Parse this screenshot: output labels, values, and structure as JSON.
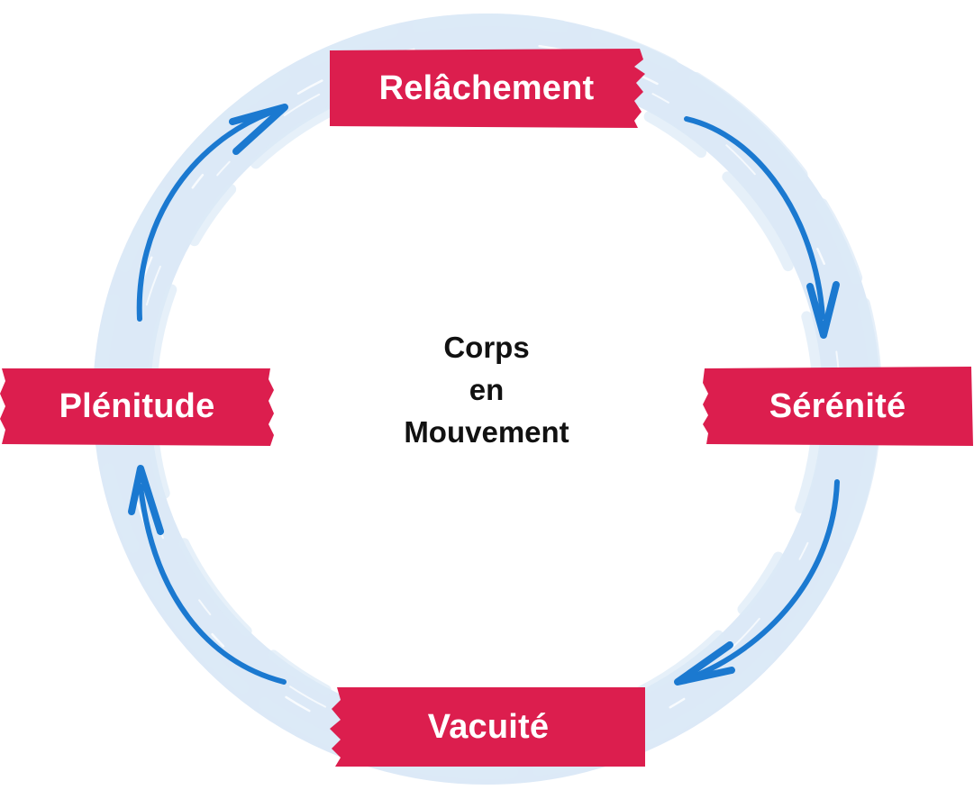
{
  "diagram": {
    "type": "cycle",
    "center_text": [
      "Corps",
      "en",
      "Mouvement"
    ],
    "nodes": [
      {
        "id": "top",
        "label": "Relâchement"
      },
      {
        "id": "right",
        "label": "Sérénité"
      },
      {
        "id": "bottom",
        "label": "Vacuité"
      },
      {
        "id": "left",
        "label": "Plénitude"
      }
    ],
    "arrows": [
      {
        "from": "Relâchement",
        "to": "Sérénité",
        "direction": "clockwise"
      },
      {
        "from": "Sérénité",
        "to": "Vacuité",
        "direction": "clockwise"
      },
      {
        "from": "Vacuité",
        "to": "Plénitude",
        "direction": "clockwise"
      },
      {
        "from": "Plénitude",
        "to": "Relâchement",
        "direction": "clockwise"
      }
    ]
  },
  "colors": {
    "label_background": "#DC1E4E",
    "label_text": "#FFFFFF",
    "arrow": "#1B79D0",
    "ring": "#DCE9F7",
    "center_text": "#111111",
    "background": "#FFFFFF"
  }
}
